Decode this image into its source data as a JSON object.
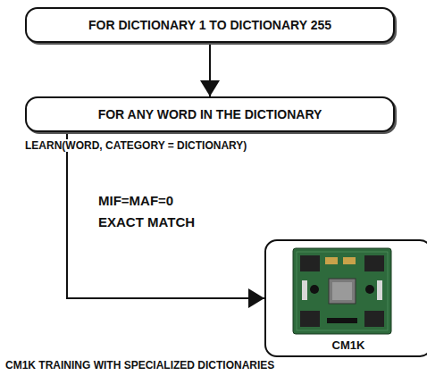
{
  "diagram": {
    "caption": "CM1K TRAINING WITH SPECIALIZED DICTIONARIES",
    "nodes": [
      {
        "text": [
          "FOR DICTIONARY 1 TO DICTIONARY 255"
        ]
      },
      {
        "text": [
          "FOR ANY WORD IN THE DICTIONARY"
        ]
      },
      {
        "text": [
          "CM1K"
        ]
      }
    ],
    "edges": [
      {
        "from": 0,
        "to": 1,
        "arrow": "to"
      },
      {
        "from": 1,
        "to": 2,
        "arrow": "to",
        "label": "LEARN(WORD, CATEGORY = DICTIONARY)"
      }
    ],
    "labels": [
      "MIF=MAF=0",
      "EXACT MATCH"
    ]
  }
}
